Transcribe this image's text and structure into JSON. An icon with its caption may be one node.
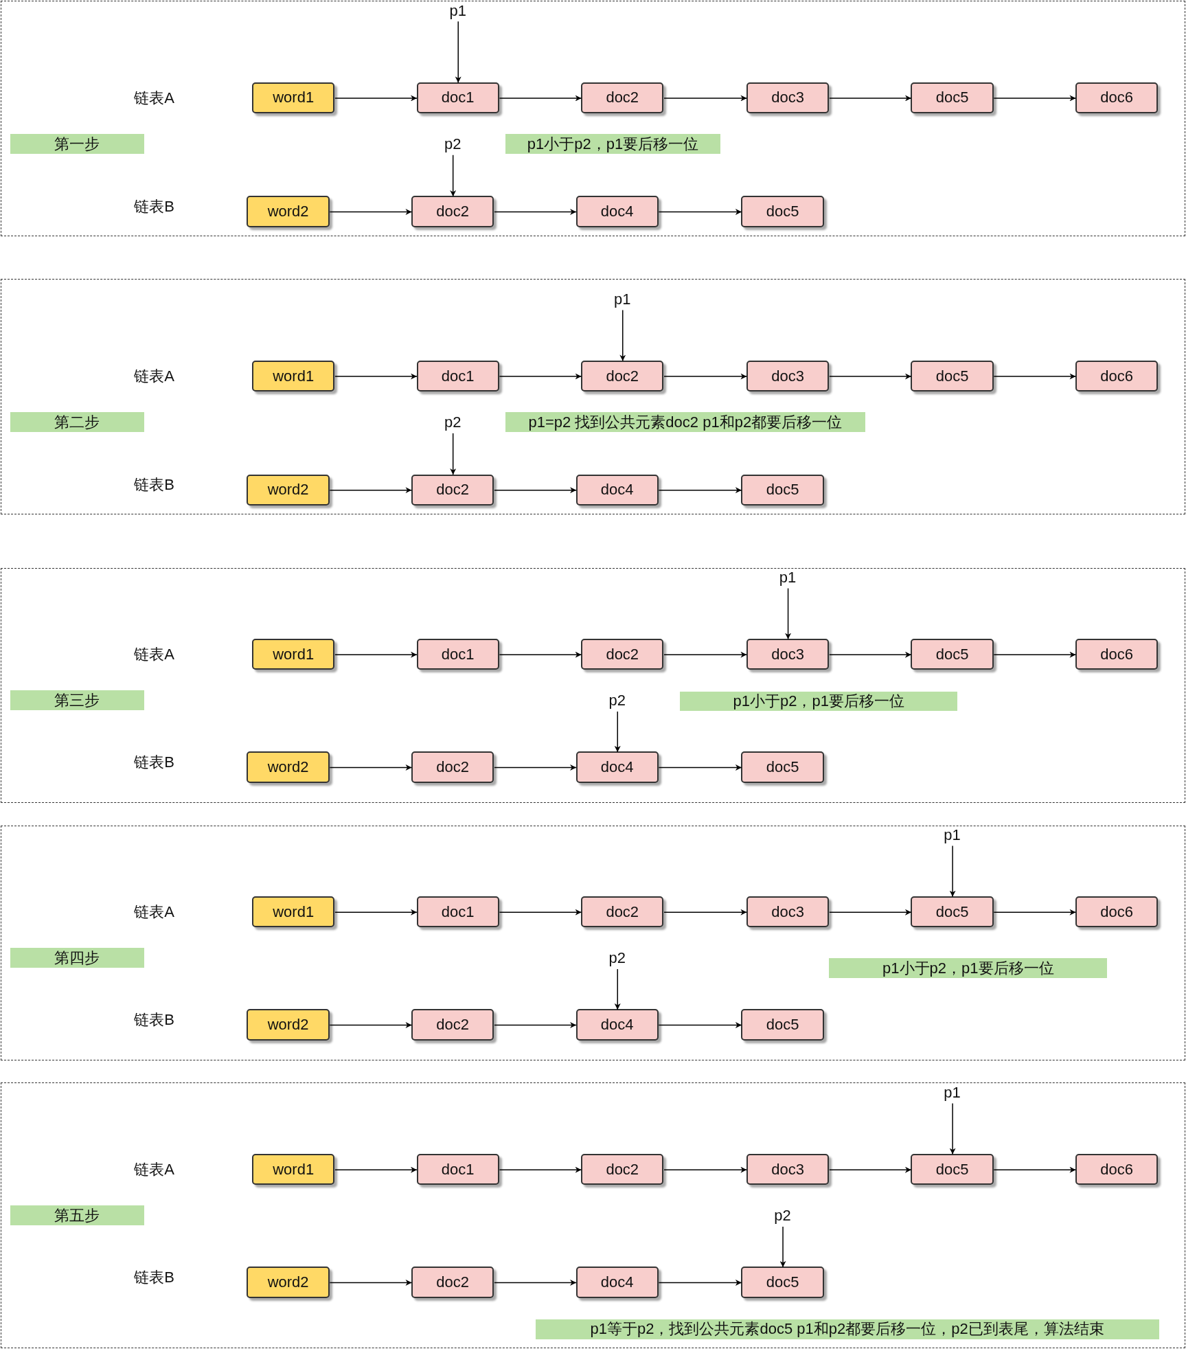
{
  "diagram": {
    "nodes": [
      {
        "text": [],
        "shape": "box"
      },
      {
        "text": [
          "p1"
        ],
        "in": 0
      },
      {
        "text": [
          "word1"
        ],
        "in": 0
      },
      {
        "text": [
          "doc1"
        ],
        "in": 0
      },
      {
        "text": [
          "doc2"
        ],
        "in": 0
      },
      {
        "text": [
          "doc3"
        ],
        "in": 0
      },
      {
        "text": [
          "doc5"
        ],
        "in": 0
      },
      {
        "text": [
          "doc6"
        ],
        "in": 0
      },
      {
        "text": [
          "第一步"
        ],
        "in": 0
      },
      {
        "text": [
          "p2"
        ],
        "in": 0
      },
      {
        "text": [
          "p1小于p2，p1要后移一位"
        ],
        "in": 0
      },
      {
        "text": [
          "word2"
        ],
        "in": 0
      },
      {
        "text": [
          "doc2"
        ],
        "in": 0
      },
      {
        "text": [
          "doc4"
        ],
        "in": 0
      },
      {
        "text": [
          "doc5"
        ],
        "in": 0
      },
      {
        "text": [],
        "shape": "box"
      },
      {
        "text": [
          "p1"
        ],
        "in": 15
      },
      {
        "text": [
          "word1"
        ],
        "in": 15
      },
      {
        "text": [
          "doc1"
        ],
        "in": 15
      },
      {
        "text": [
          "doc2"
        ],
        "in": 15
      },
      {
        "text": [
          "doc3"
        ],
        "in": 15
      },
      {
        "text": [
          "doc5"
        ],
        "in": 15
      },
      {
        "text": [
          "doc6"
        ],
        "in": 15
      },
      {
        "text": [
          "第二步"
        ],
        "in": 15
      },
      {
        "text": [
          "p2"
        ],
        "in": 15
      },
      {
        "text": [
          "p1=p2 找到公共元素doc2 p1和p2都要后移一位"
        ],
        "in": 15
      },
      {
        "text": [
          "word2"
        ],
        "in": 15
      },
      {
        "text": [
          "doc2"
        ],
        "in": 15
      },
      {
        "text": [
          "doc4"
        ],
        "in": 15
      },
      {
        "text": [
          "doc5"
        ],
        "in": 15
      },
      {
        "text": [],
        "shape": "box"
      },
      {
        "text": [
          "p1"
        ],
        "in": 30
      },
      {
        "text": [
          "word1"
        ],
        "in": 30
      },
      {
        "text": [
          "doc1"
        ],
        "in": 30
      },
      {
        "text": [
          "doc2"
        ],
        "in": 30
      },
      {
        "text": [
          "doc3"
        ],
        "in": 30
      },
      {
        "text": [
          "doc5"
        ],
        "in": 30
      },
      {
        "text": [
          "doc6"
        ],
        "in": 30
      },
      {
        "text": [
          "第三步"
        ],
        "in": 30
      },
      {
        "text": [
          "p2"
        ],
        "in": 30
      },
      {
        "text": [
          "p1小于p2，p1要后移一位"
        ],
        "in": 30
      },
      {
        "text": [
          "word2"
        ],
        "in": 30
      },
      {
        "text": [
          "doc2"
        ],
        "in": 30
      },
      {
        "text": [
          "doc4"
        ],
        "in": 30
      },
      {
        "text": [
          "doc5"
        ],
        "in": 30
      },
      {
        "text": [],
        "shape": "box"
      },
      {
        "text": [
          "p1"
        ],
        "in": 45
      },
      {
        "text": [
          "word1"
        ],
        "in": 45
      },
      {
        "text": [
          "doc1"
        ],
        "in": 45
      },
      {
        "text": [
          "doc2"
        ],
        "in": 45
      },
      {
        "text": [
          "doc3"
        ],
        "in": 45
      },
      {
        "text": [
          "doc5"
        ],
        "in": 45
      },
      {
        "text": [
          "doc6"
        ],
        "in": 45
      },
      {
        "text": [
          "第四步"
        ],
        "in": 45
      },
      {
        "text": [
          "p2"
        ],
        "in": 45
      },
      {
        "text": [
          "p1小于p2，p1要后移一位"
        ],
        "in": 45
      },
      {
        "text": [
          "word2"
        ],
        "in": 45
      },
      {
        "text": [
          "doc2"
        ],
        "in": 45
      },
      {
        "text": [
          "doc4"
        ],
        "in": 45
      },
      {
        "text": [
          "doc5"
        ],
        "in": 45
      },
      {
        "text": [],
        "shape": "box"
      },
      {
        "text": [
          "p1"
        ],
        "in": 60
      },
      {
        "text": [
          "word1"
        ],
        "in": 60
      },
      {
        "text": [
          "doc1"
        ],
        "in": 60
      },
      {
        "text": [
          "doc2"
        ],
        "in": 60
      },
      {
        "text": [
          "doc3"
        ],
        "in": 60
      },
      {
        "text": [
          "doc5"
        ],
        "in": 60
      },
      {
        "text": [
          "doc6"
        ],
        "in": 60
      },
      {
        "text": [
          "第五步"
        ],
        "in": 60
      },
      {
        "text": [
          "p2"
        ],
        "in": 60
      },
      {
        "text": [
          "p1等于p2，找到公共元素doc5 p1和p2都要后移一位，p2已到表尾，算法结束"
        ],
        "in": 60
      },
      {
        "text": [
          "word2"
        ],
        "in": 60
      },
      {
        "text": [
          "doc2"
        ],
        "in": 60
      },
      {
        "text": [
          "doc4"
        ],
        "in": 60
      },
      {
        "text": [
          "doc5"
        ],
        "in": 60
      }
    ],
    "edges": [
      {
        "from": 1,
        "to": 3,
        "arrow": "to"
      },
      {
        "from": 2,
        "to": 3,
        "arrow": "to"
      },
      {
        "from": 3,
        "to": 4,
        "arrow": "to"
      },
      {
        "from": 4,
        "to": 5,
        "arrow": "to"
      },
      {
        "from": 5,
        "to": 6,
        "arrow": "to"
      },
      {
        "from": 6,
        "to": 7,
        "arrow": "to"
      },
      {
        "from": 9,
        "to": 12,
        "arrow": "to"
      },
      {
        "from": 11,
        "to": 12,
        "arrow": "to"
      },
      {
        "from": 12,
        "to": 13,
        "arrow": "to"
      },
      {
        "from": 13,
        "to": 14,
        "arrow": "to"
      },
      {
        "from": 16,
        "to": 19,
        "arrow": "to"
      },
      {
        "from": 17,
        "to": 18,
        "arrow": "to"
      },
      {
        "from": 18,
        "to": 19,
        "arrow": "to"
      },
      {
        "from": 19,
        "to": 20,
        "arrow": "to"
      },
      {
        "from": 20,
        "to": 21,
        "arrow": "to"
      },
      {
        "from": 21,
        "to": 22,
        "arrow": "to"
      },
      {
        "from": 24,
        "to": 27,
        "arrow": "to"
      },
      {
        "from": 26,
        "to": 27,
        "arrow": "to"
      },
      {
        "from": 27,
        "to": 28,
        "arrow": "to"
      },
      {
        "from": 28,
        "to": 29,
        "arrow": "to"
      },
      {
        "from": 31,
        "to": 35,
        "arrow": "to"
      },
      {
        "from": 32,
        "to": 33,
        "arrow": "to"
      },
      {
        "from": 33,
        "to": 34,
        "arrow": "to"
      },
      {
        "from": 34,
        "to": 35,
        "arrow": "to"
      },
      {
        "from": 35,
        "to": 36,
        "arrow": "to"
      },
      {
        "from": 36,
        "to": 37,
        "arrow": "to"
      },
      {
        "from": 39,
        "to": 43,
        "arrow": "to"
      },
      {
        "from": 41,
        "to": 42,
        "arrow": "to"
      },
      {
        "from": 42,
        "to": 43,
        "arrow": "to"
      },
      {
        "from": 43,
        "to": 44,
        "arrow": "to"
      },
      {
        "from": 46,
        "to": 51,
        "arrow": "to"
      },
      {
        "from": 47,
        "to": 48,
        "arrow": "to"
      },
      {
        "from": 48,
        "to": 49,
        "arrow": "to"
      },
      {
        "from": 49,
        "to": 50,
        "arrow": "to"
      },
      {
        "from": 50,
        "to": 51,
        "arrow": "to"
      },
      {
        "from": 51,
        "to": 52,
        "arrow": "to"
      },
      {
        "from": 54,
        "to": 58,
        "arrow": "to"
      },
      {
        "from": 56,
        "to": 57,
        "arrow": "to"
      },
      {
        "from": 57,
        "to": 58,
        "arrow": "to"
      },
      {
        "from": 58,
        "to": 59,
        "arrow": "to"
      },
      {
        "from": 61,
        "to": 66,
        "arrow": "to"
      },
      {
        "from": 62,
        "to": 63,
        "arrow": "to"
      },
      {
        "from": 63,
        "to": 64,
        "arrow": "to"
      },
      {
        "from": 64,
        "to": 65,
        "arrow": "to"
      },
      {
        "from": 65,
        "to": 66,
        "arrow": "to"
      },
      {
        "from": 66,
        "to": 67,
        "arrow": "to"
      },
      {
        "from": 69,
        "to": 74,
        "arrow": "to"
      },
      {
        "from": 71,
        "to": 72,
        "arrow": "to"
      },
      {
        "from": 72,
        "to": 73,
        "arrow": "to"
      },
      {
        "from": 73,
        "to": 74,
        "arrow": "to"
      }
    ],
    "labels": [
      "链表A",
      "链表B",
      "链表A",
      "链表B",
      "链表A",
      "链表B",
      "链表A",
      "链表B",
      "链表A",
      "链表B"
    ]
  }
}
